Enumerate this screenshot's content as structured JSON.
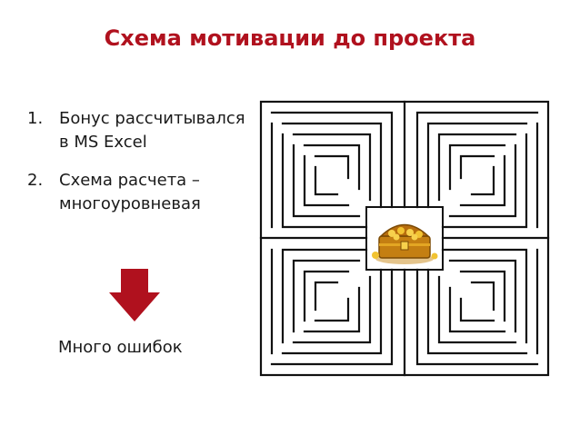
{
  "slide": {
    "title": "Схема мотивации до проекта",
    "items": [
      {
        "number": "1.",
        "text": "Бонус рассчитывался в MS Excel"
      },
      {
        "number": "2.",
        "text": "Схема расчета – многоуровневая"
      }
    ],
    "result": "Много ошибок",
    "arrow_icon": "down-arrow-icon",
    "maze_icon": "maze-icon",
    "treasure_icon": "treasure-chest-icon",
    "colors": {
      "accent": "#b0111e",
      "text": "#1a1a1a",
      "gold": "#e3a623"
    }
  }
}
